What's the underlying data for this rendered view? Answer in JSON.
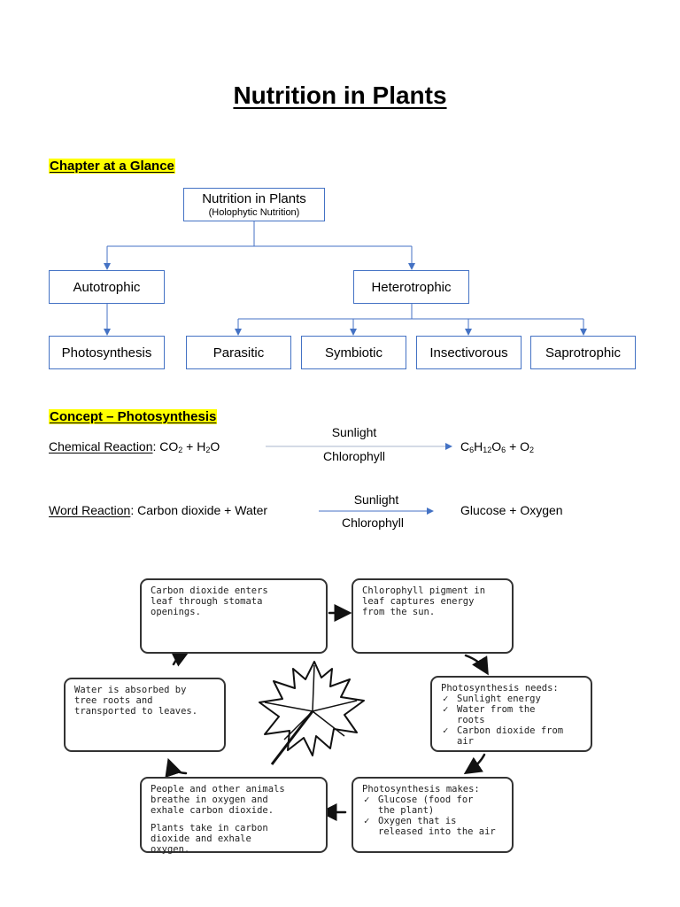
{
  "title": "Nutrition in Plants",
  "chapter_heading": "Chapter at a Glance",
  "tree": {
    "root": "Nutrition in Plants",
    "root_sub": "(Holophytic Nutrition)",
    "autotrophic": "Autotrophic",
    "heterotrophic": "Heterotrophic",
    "photosynthesis": "Photosynthesis",
    "parasitic": "Parasitic",
    "symbiotic": "Symbiotic",
    "insectivorous": "Insectivorous",
    "saprotrophic": "Saprotrophic"
  },
  "concept_heading": "Concept – Photosynthesis",
  "chemical": {
    "label": "Chemical Reaction",
    "above": "Sunlight",
    "below": "Chlorophyll"
  },
  "word": {
    "label": "Word Reaction",
    "reactants": "Carbon dioxide + Water",
    "above": "Sunlight",
    "below": "Chlorophyll",
    "products": "Glucose + Oxygen"
  },
  "cycle": {
    "co2": "Carbon dioxide enters\nleaf through stomata\nopenings.",
    "chlorophyll": "Chlorophyll pigment in\nleaf captures energy\nfrom the sun.",
    "needs_title": "Photosynthesis needs:",
    "needs": [
      "Sunlight energy",
      "Water from the\nroots",
      "Carbon dioxide from\nair"
    ],
    "makes_title": "Photosynthesis makes:",
    "makes": [
      "Glucose (food for\nthe plant)",
      "Oxygen that is\nreleased into the air"
    ],
    "people": "People and other animals\nbreathe in oxygen and\nexhale carbon dioxide.",
    "plants": "Plants take in carbon\ndioxide and exhale\noxygen.",
    "water": "Water is absorbed by\ntree roots and\ntransported to leaves."
  }
}
